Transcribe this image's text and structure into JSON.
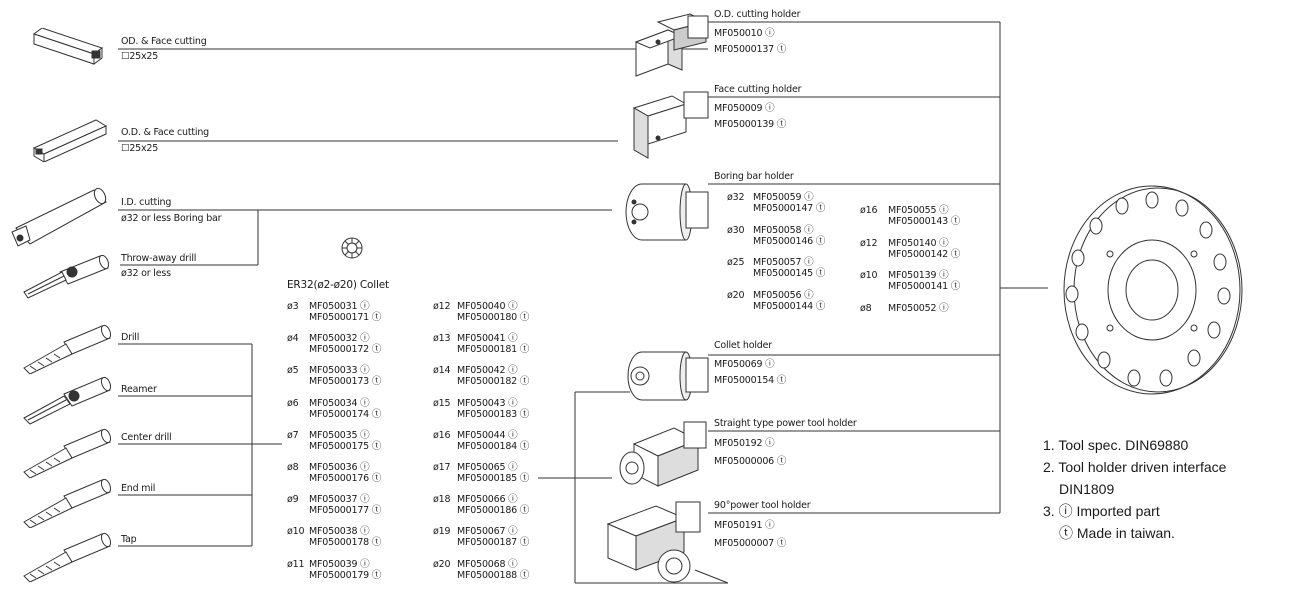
{
  "tools": {
    "od_face_1": {
      "title": "OD. & Face cutting",
      "spec": "☐25x25"
    },
    "od_face_2": {
      "title": "O.D. & Face cutting",
      "spec": "☐25x25"
    },
    "id_cutting": {
      "title": "I.D. cutting",
      "spec": "ø32 or less Boring bar"
    },
    "throw_drill": {
      "title": "Throw-away drill",
      "spec": "ø32 or less"
    },
    "drill": "Drill",
    "reamer": "Reamer",
    "center_drill": "Center drill",
    "end_mill": "End mil",
    "tap": "Tap"
  },
  "collet": {
    "title": "ER32(ø2-ø20) Collet",
    "left": [
      {
        "size": "ø3",
        "a": "MF050031 ⓘ",
        "b": "MF05000171 ⓣ"
      },
      {
        "size": "ø4",
        "a": "MF050032 ⓘ",
        "b": "MF05000172 ⓣ"
      },
      {
        "size": "ø5",
        "a": "MF050033 ⓘ",
        "b": "MF05000173 ⓣ"
      },
      {
        "size": "ø6",
        "a": "MF050034 ⓘ",
        "b": "MF05000174 ⓣ"
      },
      {
        "size": "ø7",
        "a": "MF050035 ⓘ",
        "b": "MF05000175 ⓣ"
      },
      {
        "size": "ø8",
        "a": "MF050036 ⓘ",
        "b": "MF05000176 ⓣ"
      },
      {
        "size": "ø9",
        "a": "MF050037 ⓘ",
        "b": "MF05000177 ⓣ"
      },
      {
        "size": "ø10",
        "a": "MF050038 ⓘ",
        "b": "MF05000178 ⓣ"
      },
      {
        "size": "ø11",
        "a": "MF050039 ⓘ",
        "b": "MF05000179 ⓣ"
      }
    ],
    "right": [
      {
        "size": "ø12",
        "a": "MF050040 ⓘ",
        "b": "MF05000180 ⓣ"
      },
      {
        "size": "ø13",
        "a": "MF050041 ⓘ",
        "b": "MF05000181 ⓣ"
      },
      {
        "size": "ø14",
        "a": "MF050042 ⓘ",
        "b": "MF05000182 ⓣ"
      },
      {
        "size": "ø15",
        "a": "MF050043 ⓘ",
        "b": "MF05000183 ⓣ"
      },
      {
        "size": "ø16",
        "a": "MF050044 ⓘ",
        "b": "MF05000184 ⓣ"
      },
      {
        "size": "ø17",
        "a": "MF050065 ⓘ",
        "b": "MF05000185 ⓣ"
      },
      {
        "size": "ø18",
        "a": "MF050066 ⓘ",
        "b": "MF05000186 ⓣ"
      },
      {
        "size": "ø19",
        "a": "MF050067 ⓘ",
        "b": "MF05000187 ⓣ"
      },
      {
        "size": "ø20",
        "a": "MF050068 ⓘ",
        "b": "MF05000188 ⓣ"
      }
    ]
  },
  "holders": {
    "od": {
      "title": "O.D. cutting holder",
      "a": "MF050010 ⓘ",
      "b": "MF05000137 ⓣ"
    },
    "face": {
      "title": "Face cutting holder",
      "a": "MF050009 ⓘ",
      "b": "MF05000139 ⓣ"
    },
    "boring": {
      "title": "Boring bar holder",
      "left": [
        {
          "size": "ø32",
          "a": "MF050059 ⓘ",
          "b": "MF05000147 ⓣ"
        },
        {
          "size": "ø30",
          "a": "MF050058 ⓘ",
          "b": "MF05000146 ⓣ"
        },
        {
          "size": "ø25",
          "a": "MF050057 ⓘ",
          "b": "MF05000145 ⓣ"
        },
        {
          "size": "ø20",
          "a": "MF050056 ⓘ",
          "b": "MF05000144 ⓣ"
        }
      ],
      "right": [
        {
          "size": "ø16",
          "a": "MF050055 ⓘ",
          "b": "MF05000143 ⓣ"
        },
        {
          "size": "ø12",
          "a": "MF050140 ⓘ",
          "b": "MF05000142 ⓣ"
        },
        {
          "size": "ø10",
          "a": "MF050139 ⓘ",
          "b": "MF05000141 ⓣ"
        },
        {
          "size": "ø8",
          "a": "MF050052 ⓘ",
          "b": ""
        }
      ]
    },
    "collet": {
      "title": "Collet holder",
      "a": "MF050069 ⓘ",
      "b": "MF05000154 ⓣ"
    },
    "straight": {
      "title": "Straight type power tool holder",
      "a": "MF050192 ⓘ",
      "b": "MF05000006 ⓣ"
    },
    "angle": {
      "title": "90°power tool holder",
      "a": "MF050191 ⓘ",
      "b": "MF05000007 ⓣ"
    }
  },
  "notes": {
    "n1": "1. Tool spec. DIN69880",
    "n2": "2. Tool holder driven interface",
    "n2b": "DIN1809",
    "n3": "3. ⓘ Imported part",
    "n4": "ⓣ Made in taiwan."
  },
  "colors": {
    "line": "#333333",
    "fill": "#ffffff",
    "shade": "#d8d8d8"
  }
}
